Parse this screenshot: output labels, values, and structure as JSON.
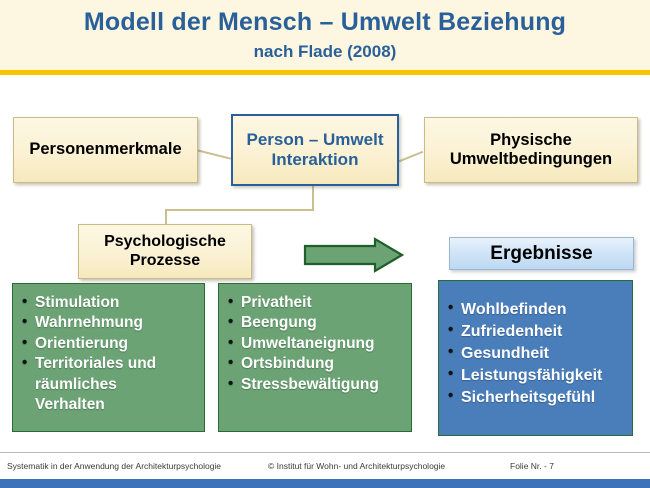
{
  "header": {
    "title": "Modell der Mensch – Umwelt Beziehung",
    "subtitle": "nach Flade (2008)",
    "accent_color": "#2a6099",
    "band_color": "#fdf6e1",
    "rule_color": "#f9c300"
  },
  "diagram": {
    "boxes": {
      "personenmerkmale": "Personenmerkmale",
      "interaktion": "Person – Umwelt Interaktion",
      "physische": "Physische Umweltbedingungen",
      "psychologische": "Psychologische Prozesse",
      "ergebnisse": "Ergebnisse"
    },
    "arrow": {
      "name": "right-arrow",
      "color": "#6ba374",
      "outline": "#1f5f2a"
    },
    "lists": [
      {
        "id": "psychological-processes-1",
        "color": "#6ba374",
        "items": [
          "Stimulation",
          "Wahrnehmung",
          "Orientierung",
          "Territoriales und",
          "räumliches",
          "Verhalten"
        ]
      },
      {
        "id": "psychological-processes-2",
        "color": "#6ba374",
        "items": [
          "Privatheit",
          "Beengung",
          "Umweltaneignung",
          "Ortsbindung",
          "Stressbewältigung"
        ]
      },
      {
        "id": "outcomes",
        "color": "#4a7ebb",
        "items": [
          "Wohlbefinden",
          "Zufriedenheit",
          "Gesundheit",
          "Leistungsfähigkeit",
          "Sicherheitsgefühl"
        ]
      }
    ]
  },
  "footer": {
    "left": "Systematik in der Anwendung der Architekturpsychologie",
    "center": "© Institut für Wohn- und Architekturpsychologie",
    "right": "Folie Nr. - 7",
    "strip_color": "#3c72b9"
  }
}
